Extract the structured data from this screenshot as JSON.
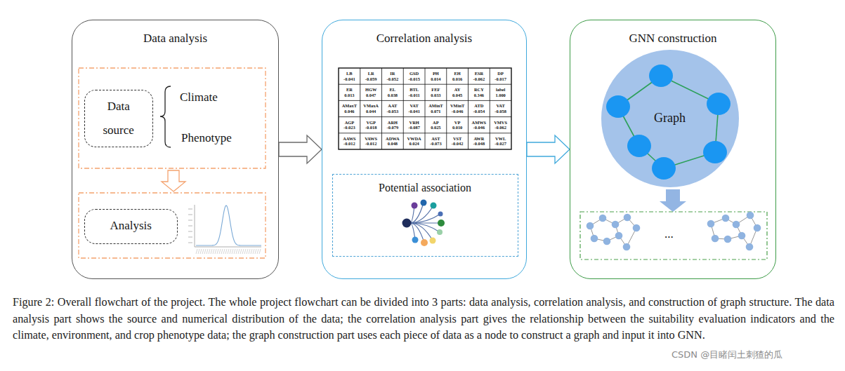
{
  "diagram": {
    "caption": "Figure 2: Overall flowchart of the project. The whole project flowchart can be divided into 3 parts: data analysis, correlation analysis, and construction of graph structure. The data analysis part shows the source and numerical distribution of the data; the correlation analysis part gives the relationship between the suitability evaluation indicators and the climate, environment, and crop phenotype data; the graph construction part uses each piece of data as a node to construct a graph and input it into GNN.",
    "nodes": [
      {
        "text": [
          "Data analysis"
        ]
      },
      {
        "text": [
          "Data source"
        ],
        "in": 0
      },
      {
        "text": [
          "Analysis"
        ],
        "in": 0
      },
      {
        "text": [
          "Correlation analysis"
        ]
      },
      {
        "text": [
          "Potential association"
        ],
        "in": 3
      },
      {
        "text": [
          "GNN construction"
        ]
      },
      {
        "text": [
          "Graph"
        ],
        "in": 5
      }
    ],
    "edges": [
      {
        "from": 0,
        "to": 3,
        "arrow": "to"
      },
      {
        "from": 3,
        "to": 5,
        "arrow": "to"
      }
    ],
    "labels": [
      "Climate",
      "Phenotype",
      "LB -0.041",
      "LR -0.059",
      "IR -0.052",
      "GSD -0.015",
      "PH 0.014",
      "EH 0.016",
      "ESR -0.062",
      "DP -0.017",
      "ER 0.013",
      "HGW 0.047",
      "EL 0.038",
      "BTL -0.011",
      "FEF 0.033",
      "AY 0.045",
      "RCY 0.346",
      "label 1.000",
      "AMaxT 0.046",
      "VMaxA 0.044",
      "AAT -0.053",
      "VAT -0.041",
      "AMinT 0.071",
      "VMinT -0.046",
      "ATD -0.054",
      "VAT -0.058",
      "AGP -0.023",
      "VGP -0.018",
      "ARH -0.079",
      "VRH -0.087",
      "AP 0.025",
      "VP 0.010",
      "AMWS -0.046",
      "VMVS -0.062",
      "AAWS -0.012",
      "VAWS -0.012",
      "ADWA 0.048",
      "VWDA 0.024",
      "AST -0.073",
      "VST -0.042",
      "AWR -0.048",
      "VWL -0.027",
      "...",
      "CSDN @目睹闰土刺猹的瓜"
    ]
  }
}
